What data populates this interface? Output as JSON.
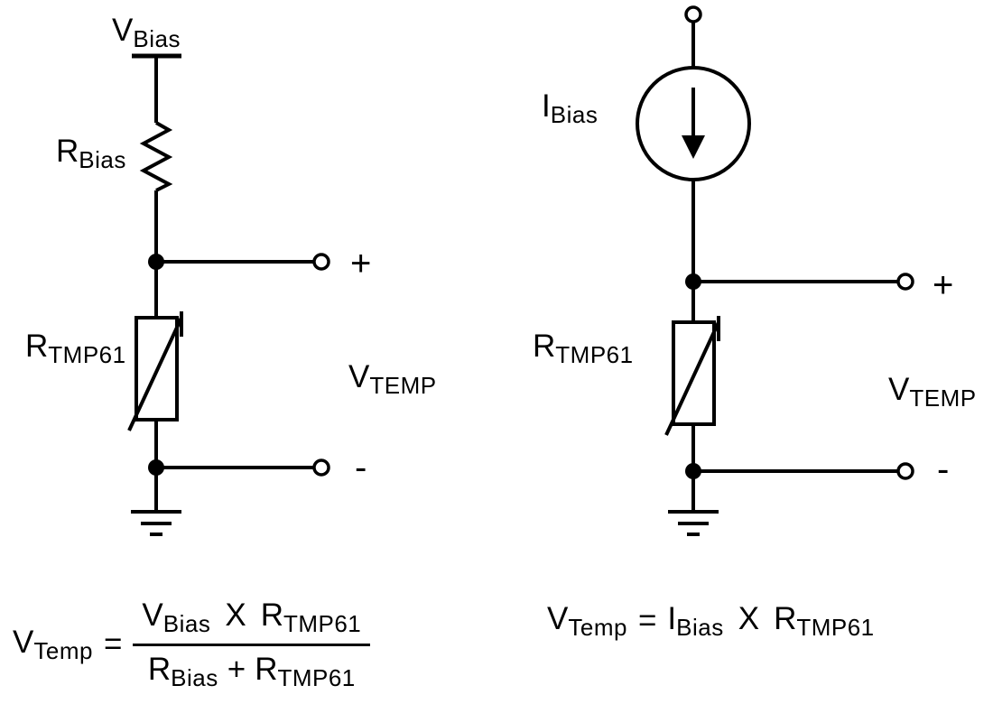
{
  "colors": {
    "ink": "#000000",
    "background": "#ffffff"
  },
  "left_circuit": {
    "vbias": {
      "main": "V",
      "sub": "Bias"
    },
    "rbias": {
      "main": "R",
      "sub": "Bias"
    },
    "rtmp61": {
      "main": "R",
      "sub": "TMP61"
    },
    "vtemp": {
      "main": "V",
      "sub": "TEMP"
    },
    "plus": "+",
    "minus": "-"
  },
  "right_circuit": {
    "ibias": {
      "main": "I",
      "sub": "Bias"
    },
    "rtmp61": {
      "main": "R",
      "sub": "TMP61"
    },
    "vtemp": {
      "main": "V",
      "sub": "TEMP"
    },
    "plus": "+",
    "minus": "-"
  },
  "formula_left": {
    "lhs": {
      "main": "V",
      "sub": "Temp"
    },
    "equals": "=",
    "numerator": {
      "v": {
        "main": "V",
        "sub": "Bias"
      },
      "times": "X",
      "r": {
        "main": "R",
        "sub": "TMP61"
      }
    },
    "denominator": {
      "r1": {
        "main": "R",
        "sub": "Bias"
      },
      "plus": "+",
      "r2": {
        "main": "R",
        "sub": "TMP61"
      }
    }
  },
  "formula_right": {
    "lhs": {
      "main": "V",
      "sub": "Temp"
    },
    "equals": "=",
    "i": {
      "main": "I",
      "sub": "Bias"
    },
    "times": "X",
    "r": {
      "main": "R",
      "sub": "TMP61"
    }
  }
}
